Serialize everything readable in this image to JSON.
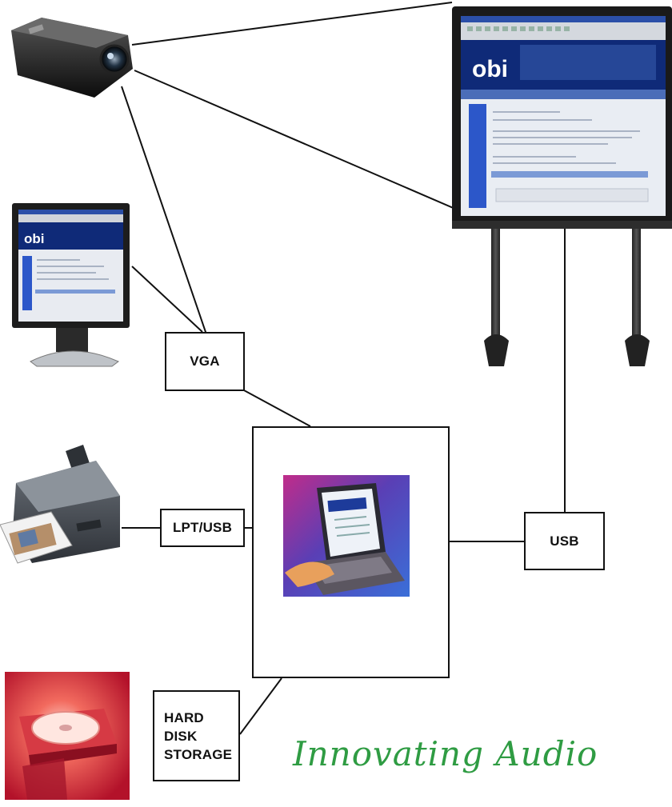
{
  "labels": {
    "vga": "VGA",
    "lpt_usb": "LPT/USB",
    "usb": "USB",
    "hard_disk": [
      "HARD",
      "DISK",
      "STORAGE"
    ]
  },
  "screen": {
    "logo": "obi"
  },
  "tagline": "Innovating Audio",
  "colors": {
    "line": "#111111",
    "tagline": "#2f9c43",
    "screen_banner": "#0f2a78",
    "page_sidebar": "#2c57c9",
    "printer_body": "#3a3f45",
    "storage_glow": "#e0303a"
  },
  "icons": [
    "projector-icon",
    "monitor-icon",
    "printer-icon",
    "laptop-icon",
    "disc-drive-icon",
    "whiteboard-icon"
  ]
}
